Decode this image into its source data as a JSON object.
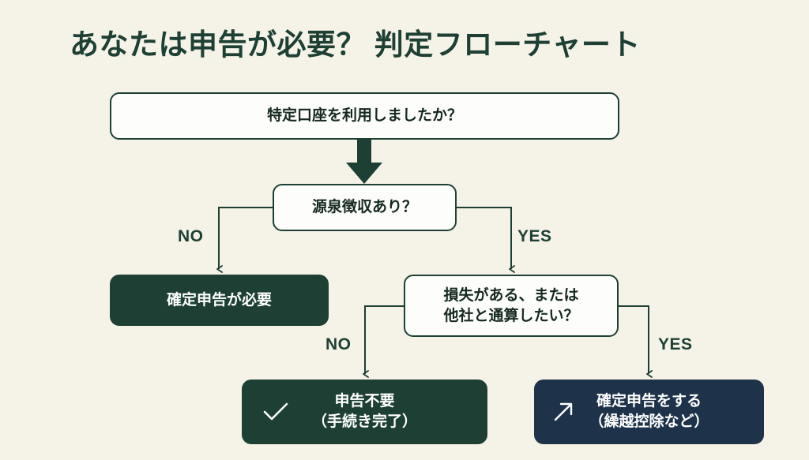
{
  "title": "あなたは申告が必要？ 判定フローチャート",
  "colors": {
    "background": "#f5f2e8",
    "dark_green": "#1e4034",
    "navy": "#1e3349",
    "box_white": "#fdfdfb",
    "text_light": "#ffffff"
  },
  "nodes": {
    "q1": {
      "text": "特定口座を利用しましたか？",
      "type": "question"
    },
    "q2": {
      "text": "源泉徴収あり？",
      "type": "question"
    },
    "q3": {
      "text": "損失がある、または\n他社と通算したい？",
      "type": "question"
    },
    "r1": {
      "text": "確定申告が必要",
      "type": "result-green"
    },
    "r2": {
      "text": "申告不要\n（手続き完了）",
      "type": "result-green",
      "icon": "check-icon"
    },
    "r3": {
      "text": "確定申告をする\n（繰越控除など）",
      "type": "result-navy",
      "icon": "arrow-up-right-icon"
    }
  },
  "edges": {
    "no_1": "NO",
    "yes_1": "YES",
    "no_2": "NO",
    "yes_2": "YES"
  }
}
